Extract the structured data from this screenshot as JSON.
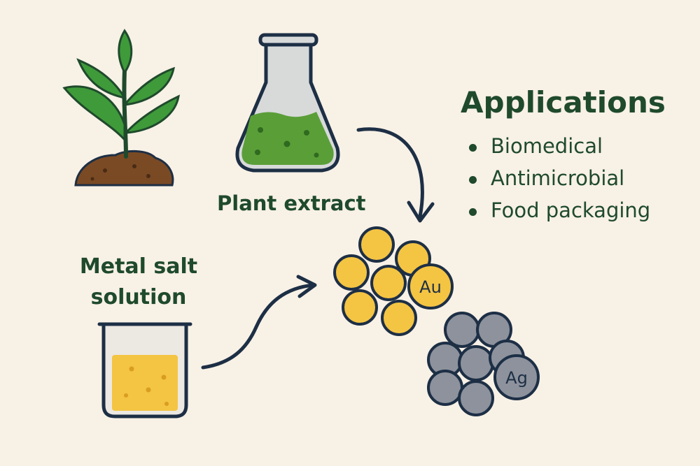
{
  "labels": {
    "plant_extract": "Plant extract",
    "metal_salt_line1": "Metal salt",
    "metal_salt_line2": "solution"
  },
  "applications": {
    "title": "Applications",
    "items": [
      "Biomedical",
      "Antimicrobial",
      "Food packaging"
    ]
  },
  "nanoparticles": {
    "gold": "Au",
    "silver": "Ag"
  },
  "icons": {
    "plant": "plant-sprout-icon",
    "flask": "erlenmeyer-flask-icon",
    "beaker": "beaker-icon",
    "arrows": "curved-arrow-icon"
  },
  "colors": {
    "background": "#f8f1e6",
    "text": "#1f4a2c",
    "outline": "#1d2f45",
    "leaf": "#3f9a3a",
    "soil": "#7a4a24",
    "extract": "#5a9e38",
    "salt_solution": "#f4c443",
    "gold": "#f4c443",
    "silver": "#8d929d"
  }
}
